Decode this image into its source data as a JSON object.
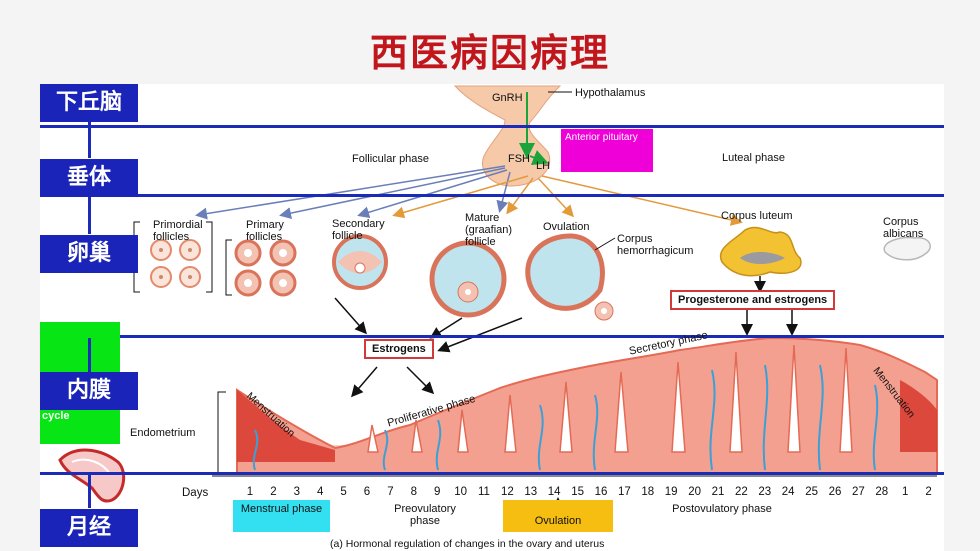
{
  "title": "西医病因病理",
  "side_labels": {
    "hypothalamus": "下丘脑",
    "pituitary": "垂体",
    "ovary": "卵巢",
    "endometrium": "内膜",
    "menstruation": "月经"
  },
  "labels": {
    "gnrh": "GnRH",
    "hypothalamus": "Hypothalamus",
    "fsh": "FSH",
    "lh": "LH",
    "anterior_pituitary": "Anterior pituitary",
    "follicular_phase": "Follicular phase",
    "luteal_phase": "Luteal phase",
    "primordial_follicles": "Primordial follicles",
    "primary_follicles": "Primary follicles",
    "secondary_follicle": "Secondary follicle",
    "mature_follicle": "Mature (graafian) follicle",
    "ovulation": "Ovulation",
    "corpus_luteum": "Corpus luteum",
    "corpus_albicans": "Corpus albicans",
    "corpus_hemorrhagicum": "Corpus hemorrhagicum",
    "progesterone_estrogens": "Progesterone and estrogens",
    "estrogens": "Estrogens",
    "secretory_phase": "Secretory phase",
    "proliferative_phase": "Proliferative phase",
    "menstruation_left": "Menstruation",
    "menstruation_right": "Menstruation",
    "endometrium": "Endometrium",
    "cycle": "cycle",
    "days": "Days",
    "caption": "(a) Hormonal regulation of changes in the ovary and uterus"
  },
  "days": [
    "1",
    "2",
    "3",
    "4",
    "5",
    "6",
    "7",
    "8",
    "9",
    "10",
    "11",
    "12",
    "13",
    "14",
    "15",
    "16",
    "17",
    "18",
    "19",
    "20",
    "21",
    "22",
    "23",
    "24",
    "25",
    "26",
    "27",
    "28",
    "1",
    "2"
  ],
  "phases": {
    "menstrual": "Menstrual phase",
    "preovulatory": "Preovulatory phase",
    "ovulation": "Ovulation",
    "postovulatory": "Postovulatory phase"
  },
  "colors": {
    "title": "#c0161c",
    "side_label_bg": "#1a24b9",
    "divider": "#1b2bb7",
    "green_block": "#07e515",
    "anterior_pituitary_bg": "#f000d8",
    "menstrual_bg": "#33e0f2",
    "ovulation_bg": "#f6be10",
    "endometrium": "#f4a090"
  }
}
